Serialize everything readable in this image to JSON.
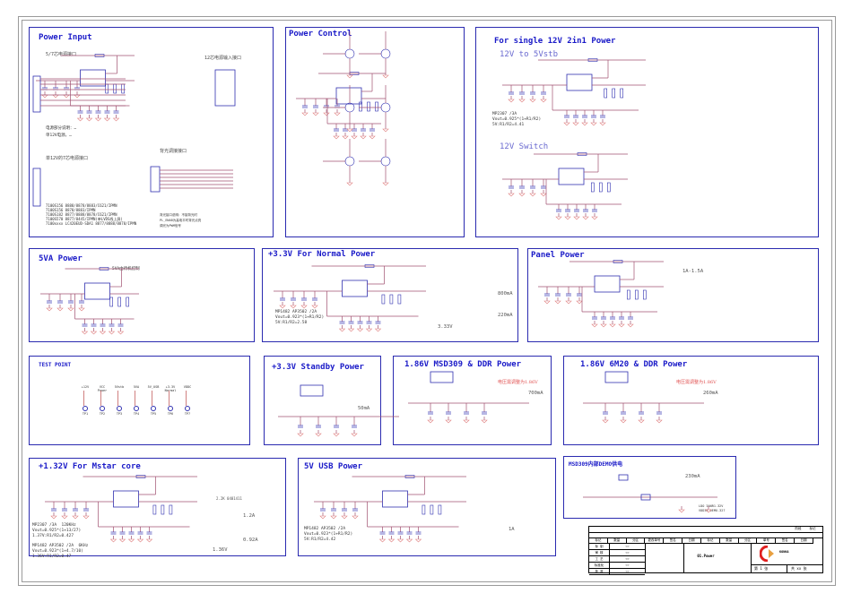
{
  "panels": {
    "power_input": {
      "title": "Power Input",
      "sub1": "5/7芯电源接口",
      "sub2": "12芯电源输入接口",
      "sub3": "单12V的7芯电源接口",
      "sub4": "背光调接接口",
      "note1": "电源部分说明：…",
      "note2": "单12V电源，…",
      "models": "7100S156 8888/8878/8883/C621/IPMN\n7100S156 8878/8883/IPMN\n7100S182 8877/8888/8878/C621/IPMN\n7100S570 8877/8445/IPMN(单LVDS线上屏)\n7100xxxx LC420EUD-SDA1 8877/8888/8878/IPMN",
      "bl_note": "背光接口说明：不接背光时\nPL_ENAB为高电平时背光点亮\n调光为PWM信号"
    },
    "power_control": {
      "title": "Power Control"
    },
    "single12v": {
      "title": "For single 12V 2in1 Power",
      "sub1": "12V to 5Vstb",
      "sub2": "12V Switch",
      "calc": "MP2307 /3A\nVout=0.925*(1+R1/R2)\n5V:R1/R2=4.41"
    },
    "5va": {
      "title": "5VA Power",
      "note": "5VA由待机控制"
    },
    "normal33": {
      "title": "+3.3V For Normal Power",
      "calc": "MP1482 AP3502 /2A\nVout=0.923*(1+R1/R2)\n5V:R1/R2=2.58",
      "i1": "800mA",
      "i2": "220mA",
      "v": "3.33V"
    },
    "panel": {
      "title": "Panel Power",
      "i": "1A-1.5A"
    },
    "test_point": {
      "title": "TEST POINT",
      "points": [
        {
          "net": "+12V",
          "ref": "TP1"
        },
        {
          "net": "VCC Power",
          "ref": "TP2"
        },
        {
          "net": "5Vstb",
          "ref": "TP3"
        },
        {
          "net": "5VA",
          "ref": "TP4"
        },
        {
          "net": "5V_USB",
          "ref": "TP5"
        },
        {
          "net": "+3.3V Normal",
          "ref": "TP6"
        },
        {
          "net": "VDDC",
          "ref": "TP7"
        }
      ]
    },
    "standby33": {
      "title": "+3.3V Standby Power",
      "i": "50mA"
    },
    "msd309_ddr": {
      "title": "1.86V MSD309 & DDR Power",
      "red": "电压需调整为1.86V",
      "i": "700mA"
    },
    "6m20_ddr": {
      "title": "1.86V 6M20 & DDR Power",
      "red": "电压需调整为1.86V",
      "i": "260mA"
    },
    "mstar": {
      "title": "+1.32V For Mstar core",
      "calc1": "MP2307 /3A  120KHz\nVout=0.925*(1+13/27)\n1.37V:R1/R2=0.427",
      "calc2": "MP1482 AP3502 /2A  6KHz\nVout=0.923*(1+4.7/10)\n1.36V:R1/R2=0.47",
      "i1": "1.2A",
      "i2": "0.92A",
      "v1": "2.2K 0401411",
      "v2": "1.36V"
    },
    "usb5v": {
      "title": "5V USB Power",
      "calc": "MP1482 AP3502 /2A\nVout=0.923*(1+R1/R2)\n5V:R1/R2=4.42",
      "i": "1A"
    },
    "demo": {
      "title": "MSD309内部DEMO供电",
      "i": "230mA",
      "note": "LDO 3ANR1.32V\nVDD33 DEMO.327"
    }
  },
  "title_block": {
    "sheet_name": "01.Power",
    "brand": "KONKA",
    "sheet": "第 1 张",
    "total": "共 xx 张",
    "rows": [
      "标 制",
      "审 核",
      "工 艺",
      "标准化",
      "批 准"
    ],
    "cols": [
      "标记",
      "数量",
      "分区",
      "更改单号",
      "签名",
      "日期",
      "标记",
      "数量",
      "分区",
      "单号",
      "签名",
      "日期"
    ],
    "corner": [
      "阶段",
      "标记"
    ]
  },
  "colors": {
    "panel": "#2a2ab0",
    "wire": "#a05070",
    "part": "#3030b0",
    "gnd": "#e08080"
  }
}
